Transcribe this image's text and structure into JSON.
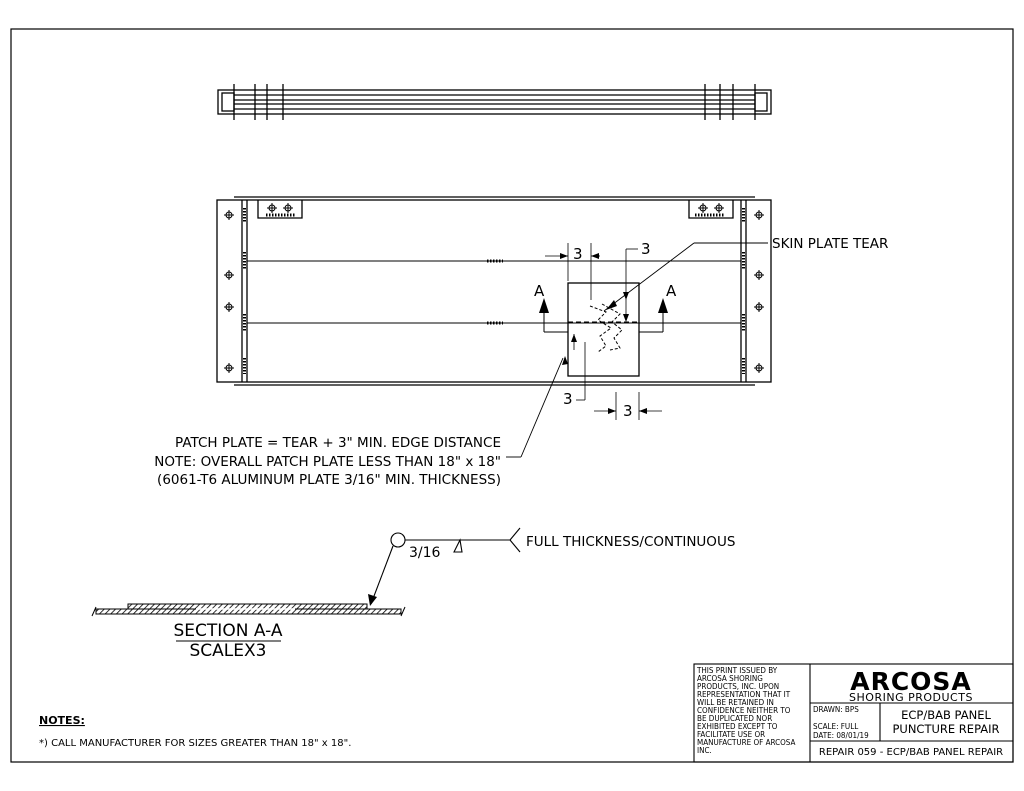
{
  "drawing": {
    "dimensions": {
      "top_left": "3",
      "top_right": "3",
      "bottom_left": "3",
      "bottom_right": "3"
    },
    "section_markers": [
      "A",
      "A"
    ],
    "callouts": {
      "skin_plate_tear": "SKIN PLATE TEAR",
      "patch_line1": "PATCH PLATE = TEAR + 3\" MIN. EDGE DISTANCE",
      "patch_line2": "NOTE: OVERALL PATCH PLATE LESS THAN 18\" x 18\"",
      "patch_line3": "(6061-T6 ALUMINUM PLATE 3/16\" MIN. THICKNESS)"
    },
    "weld": {
      "size": "3/16",
      "note": "FULL THICKNESS/CONTINUOUS"
    },
    "section": {
      "title": "SECTION A-A",
      "scale": "SCALEX3"
    }
  },
  "notes": {
    "heading": "NOTES:",
    "items": [
      "*) CALL MANUFACTURER FOR SIZES GREATER THAN 18\" x 18\"."
    ]
  },
  "title_block": {
    "disclaimer": [
      "THIS PRINT ISSUED BY",
      "ARCOSA SHORING",
      "PRODUCTS, INC. UPON",
      "REPRESENTATION THAT IT",
      "WILL BE RETAINED IN",
      "CONFIDENCE NEITHER TO",
      "BE DUPLICATED NOR",
      "EXHIBITED EXCEPT TO",
      "FACILITATE USE OR",
      "MANUFACTURE OF ARCOSA",
      "INC."
    ],
    "logo": "ARCOSA",
    "logo_sub": "SHORING PRODUCTS",
    "drawn": "DRAWN: BPS",
    "scale": "SCALE: FULL",
    "date": "DATE: 08/01/19",
    "title_line1": "ECP/BAB PANEL",
    "title_line2": "PUNCTURE REPAIR",
    "repair_id": "REPAIR 059 - ECP/BAB PANEL REPAIR"
  }
}
